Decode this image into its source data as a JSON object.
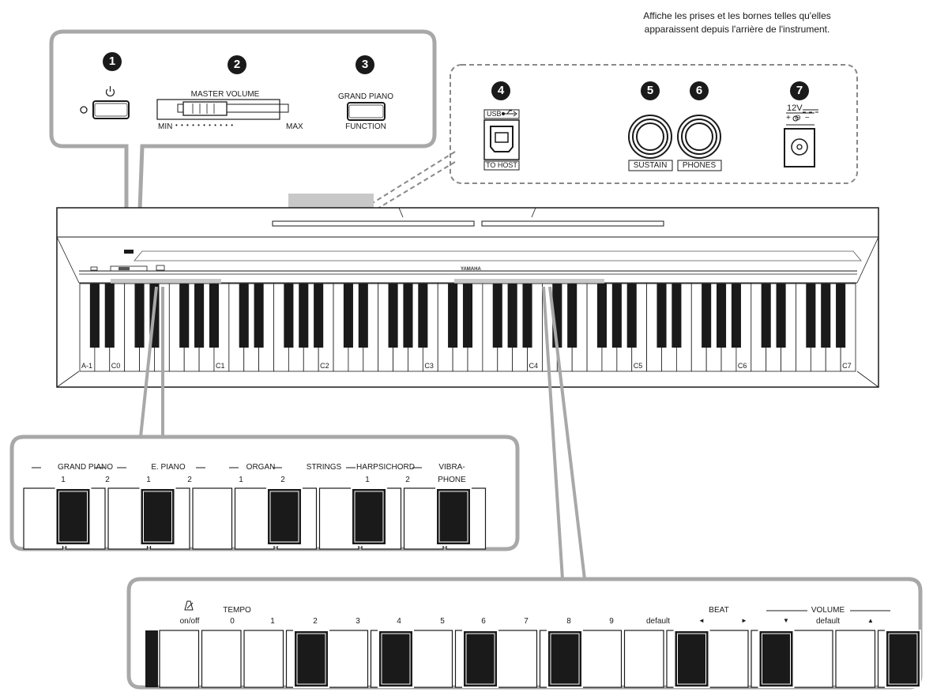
{
  "note": {
    "line1": "Affiche les prises et les bornes telles qu'elles",
    "line2": "apparaissent depuis l'arrière de l'instrument."
  },
  "badges": [
    "1",
    "2",
    "3",
    "4",
    "5",
    "6",
    "7"
  ],
  "top_panel": {
    "power_icon": "power-icon",
    "master_volume": "MASTER VOLUME",
    "min": "MIN",
    "max": "MAX",
    "dots": "• • • • • • • • • • •",
    "grand_piano": "GRAND PIANO",
    "function": "FUNCTION"
  },
  "rear_panel": {
    "usb": "USB",
    "usb_icon": "usb-icon",
    "to_host": "TO HOST",
    "sustain": "SUSTAIN",
    "phones": "PHONES",
    "dc_voltage": "12V",
    "dc_polarity": "+ ⊖ −"
  },
  "piano": {
    "brand": "YAMAHA",
    "octave_labels": [
      "A-1",
      "C0",
      "C1",
      "C2",
      "C3",
      "C4",
      "C5",
      "C6",
      "C7"
    ]
  },
  "voice_zoom": {
    "groups": [
      {
        "name": "GRAND PIANO",
        "numbers": [
          "1",
          "2"
        ]
      },
      {
        "name": "E. PIANO",
        "numbers": [
          "1",
          "2"
        ]
      },
      {
        "name": "ORGAN",
        "numbers": [
          "1",
          "2"
        ]
      },
      {
        "name": "STRINGS",
        "numbers": []
      },
      {
        "name": "HARPSICHORD",
        "numbers": [
          "1",
          "2"
        ]
      },
      {
        "name": "VIBRA-",
        "numbers": []
      }
    ],
    "vibraphone_line2": "PHONE"
  },
  "function_zoom": {
    "metronome_icon": "metronome-icon",
    "on_off": "on/off",
    "tempo": "TEMPO",
    "digits": [
      "0",
      "1",
      "2",
      "3",
      "4",
      "5",
      "6",
      "7",
      "8",
      "9"
    ],
    "default": "default",
    "beat": "BEAT",
    "left_arrow": "◄",
    "right_arrow": "►",
    "volume": "VOLUME",
    "down_arrow": "▼",
    "volume_default": "default",
    "up_arrow": "▲"
  }
}
